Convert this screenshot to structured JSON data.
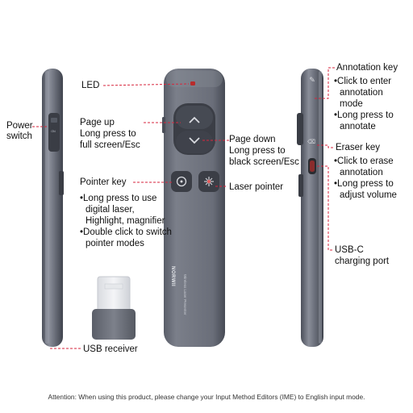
{
  "labels": {
    "led": "LED",
    "power_switch": "Power switch",
    "page_up": "Page up",
    "page_up_desc_1": "Long press to",
    "page_up_desc_2": "full screen/Esc",
    "page_down": "Page down",
    "page_down_desc_1": "Long press to",
    "page_down_desc_2": "black screen/Esc",
    "pointer_key": "Pointer key",
    "pointer_desc_1": "•Long press to use",
    "pointer_desc_2": "digital laser,",
    "pointer_desc_3": "Highlight, magnifier",
    "pointer_desc_4": "•Double click to switch",
    "pointer_desc_5": "pointer modes",
    "laser_pointer": "Laser pointer",
    "usb_receiver": "USB receiver",
    "annotation_key": "Annotation key",
    "annotation_desc_1": "•Click to enter",
    "annotation_desc_2": "annotation",
    "annotation_desc_3": "mode",
    "annotation_desc_4": "•Long press to",
    "annotation_desc_5": "annotate",
    "eraser_key": "Eraser key",
    "eraser_desc_1": "•Click to erase",
    "eraser_desc_2": "annotation",
    "eraser_desc_3": "•Long press to",
    "eraser_desc_4": "adjust volume",
    "usb_c": "USB-C",
    "usb_c_desc": "charging port"
  },
  "brand": {
    "name": "NORWII",
    "model": "Wireless Laser Presenter"
  },
  "footer": {
    "attention": "Attention: When using this product, please change your Input Method Editors (IME) to English input mode."
  },
  "colors": {
    "body": "#6b6f7c",
    "body_dark": "#4a4e59",
    "leader_line": "#d7263d",
    "button": "#3c3f47"
  }
}
